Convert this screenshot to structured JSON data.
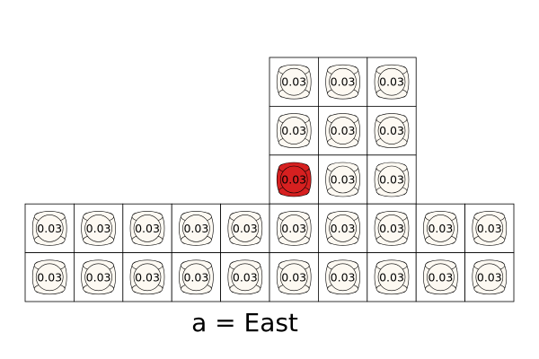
{
  "action_label": "a = East",
  "cell_value_label": "0.03",
  "colors": {
    "highlight_fill": "#d62020",
    "normal_fill": "#fdf9f2",
    "stroke": "#000000",
    "background": "#ffffff"
  },
  "grid": {
    "rows": [
      {
        "cols": [
          5,
          6,
          7
        ],
        "values": [
          "0.03",
          "0.03",
          "0.03"
        ]
      },
      {
        "cols": [
          5,
          6,
          7
        ],
        "values": [
          "0.03",
          "0.03",
          "0.03"
        ]
      },
      {
        "cols": [
          5,
          6,
          7
        ],
        "values": [
          "0.03",
          "0.03",
          "0.03"
        ]
      },
      {
        "cols": [
          0,
          1,
          2,
          3,
          4,
          5,
          6,
          7,
          8,
          9
        ],
        "values": [
          "0.03",
          "0.03",
          "0.03",
          "0.03",
          "0.03",
          "0.03",
          "0.03",
          "0.03",
          "0.03",
          "0.03"
        ]
      },
      {
        "cols": [
          0,
          1,
          2,
          3,
          4,
          5,
          6,
          7,
          8,
          9
        ],
        "values": [
          "0.03",
          "0.03",
          "0.03",
          "0.03",
          "0.03",
          "0.03",
          "0.03",
          "0.03",
          "0.03",
          "0.03"
        ]
      }
    ],
    "highlighted_cell": {
      "row": 2,
      "col": 5
    }
  }
}
